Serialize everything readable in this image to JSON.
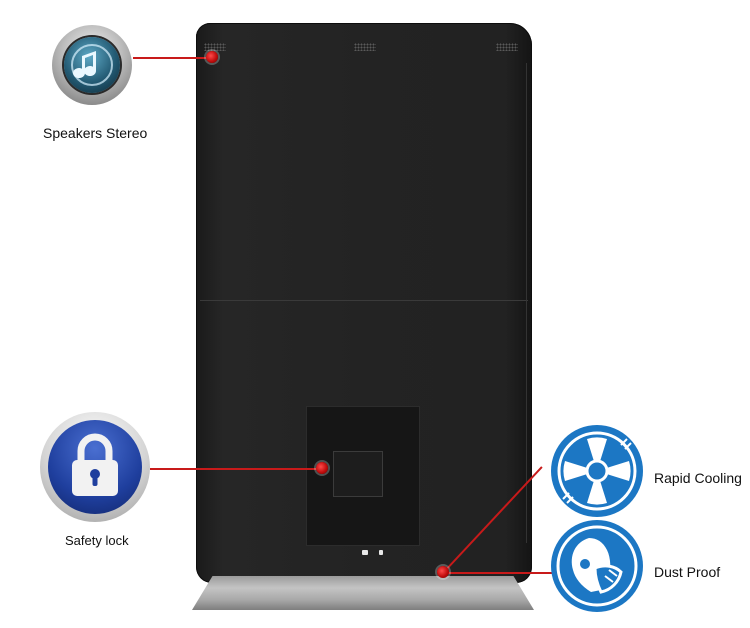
{
  "features": {
    "speakers": {
      "label": "Speakers Stereo",
      "icon": "speaker-icon"
    },
    "safety_lock": {
      "label": "Safety lock",
      "icon": "lock-icon"
    },
    "rapid_cooling": {
      "label": "Rapid Cooling",
      "icon": "fan-icon"
    },
    "dust_proof": {
      "label": "Dust Proof",
      "icon": "mask-icon"
    }
  },
  "colors": {
    "callout_red": "#c81a1a",
    "badge_blue": "#1c77c4",
    "kiosk_black": "#232323"
  }
}
